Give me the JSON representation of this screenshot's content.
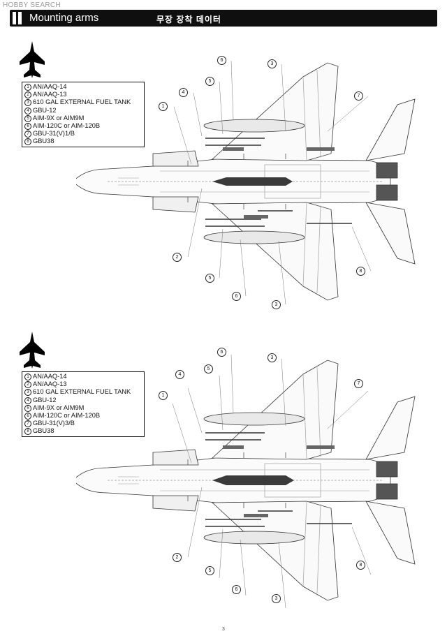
{
  "watermark": "HOBBY SEARCH",
  "header": {
    "title_en": "Mounting arms",
    "title_ko": "무장 장착 데이터"
  },
  "panels": [
    {
      "legend": [
        {
          "num": "1",
          "label": "AN/AAQ-14"
        },
        {
          "num": "2",
          "label": "AN/AAQ-13"
        },
        {
          "num": "3",
          "label": "610 GAL EXTERNAL FUEL TANK"
        },
        {
          "num": "4",
          "label": "GBU-12"
        },
        {
          "num": "5",
          "label": "AIM-9X or AIM9M"
        },
        {
          "num": "6",
          "label": "AIM-120C or AIM-120B"
        },
        {
          "num": "7",
          "label": "GBU-31(V)1/B"
        },
        {
          "num": "8",
          "label": "GBU38"
        }
      ],
      "callouts": [
        "6",
        "3",
        "5",
        "4",
        "7",
        "1",
        "2",
        "8",
        "5",
        "6",
        "3"
      ]
    },
    {
      "legend": [
        {
          "num": "1",
          "label": "AN/AAQ-14"
        },
        {
          "num": "2",
          "label": "AN/AAQ-13"
        },
        {
          "num": "3",
          "label": "610 GAL EXTERNAL FUEL TANK"
        },
        {
          "num": "4",
          "label": "GBU-12"
        },
        {
          "num": "5",
          "label": "AIM-9X or AIM9M"
        },
        {
          "num": "6",
          "label": "AIM-120C or AIM-120B"
        },
        {
          "num": "7",
          "label": "GBU-31(V)3/B"
        },
        {
          "num": "8",
          "label": "GBU38"
        }
      ],
      "callouts": [
        "6",
        "3",
        "5",
        "4",
        "7",
        "1",
        "2",
        "8",
        "5",
        "6",
        "3"
      ]
    }
  ],
  "page_number": "3"
}
